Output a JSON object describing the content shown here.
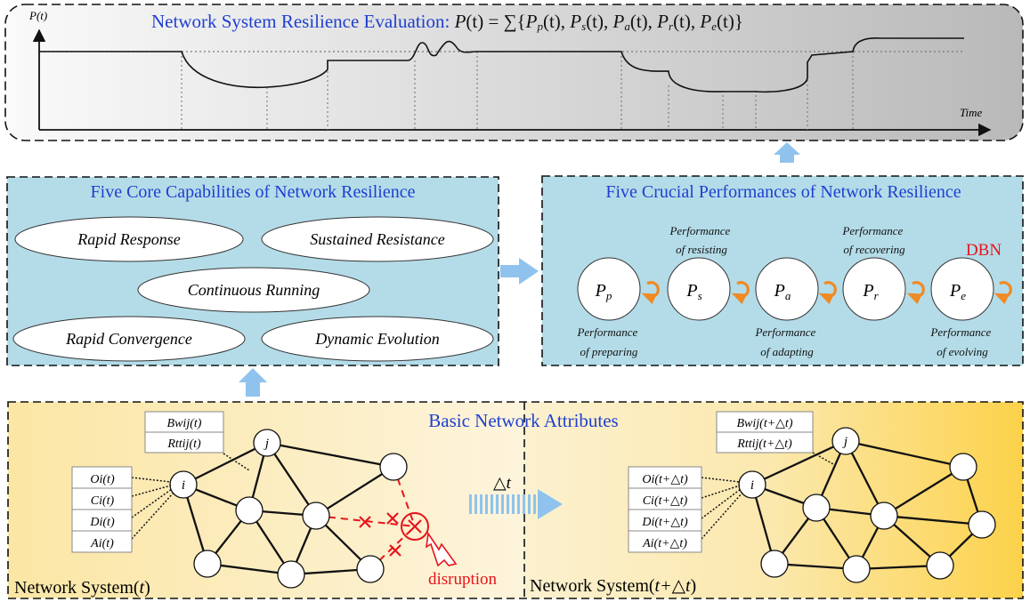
{
  "top": {
    "title_text": "Network System Resilience Evaluation: ",
    "formula": {
      "lhs_p": "P",
      "t1": "(t) = ∑{",
      "terms": [
        {
          "p": "P",
          "sub": "p",
          "t": "(t), "
        },
        {
          "p": "P",
          "sub": "s",
          "t": "(t), "
        },
        {
          "p": "P",
          "sub": "a",
          "t": "(t), "
        },
        {
          "p": "P",
          "sub": "r",
          "t": "(t), "
        },
        {
          "p": "P",
          "sub": "e",
          "t": "(t)}"
        }
      ]
    },
    "y_axis_label": "P(t)",
    "x_axis_label": "Time"
  },
  "capabilities": {
    "title": "Five Core Capabilities of Network Resilience",
    "items": [
      "Rapid Response",
      "Sustained Resistance",
      "Continuous Running",
      "Rapid Convergence",
      "Dynamic Evolution"
    ]
  },
  "performances": {
    "title": "Five Crucial Performances of Network Resilience",
    "dbn": "DBN",
    "nodes": [
      {
        "p": "P",
        "sub": "p"
      },
      {
        "p": "P",
        "sub": "s"
      },
      {
        "p": "P",
        "sub": "a"
      },
      {
        "p": "P",
        "sub": "r"
      },
      {
        "p": "P",
        "sub": "e"
      }
    ],
    "above_labels": [
      [
        "Performance",
        "of resisting"
      ],
      [
        "Performance",
        "of recovering"
      ]
    ],
    "below_labels": [
      [
        "Performance",
        "of preparing"
      ],
      [
        "Performance",
        "of adapting"
      ],
      [
        "Performance",
        "of evolving"
      ]
    ]
  },
  "attributes": {
    "title": "Basic Network Attributes",
    "left_system_label": "Network System(",
    "left_system_var": "t",
    "right_system_label": "Network System(",
    "right_system_var": "t+△t",
    "delta": "△t",
    "disruption": "disruption",
    "node_i": "i",
    "node_j": "j",
    "left_edge_attrs": [
      "Bwij(t)",
      "Rttij(t)"
    ],
    "left_node_attrs": [
      "Oi(t)",
      "Ci(t)",
      "Di(t)",
      "Ai(t)"
    ],
    "right_edge_attrs": [
      "Bwij(t+△t)",
      "Rttij(t+△t)"
    ],
    "right_node_attrs": [
      "Oi(t+△t)",
      "Ci(t+△t)",
      "Di(t+△t)",
      "Ai(t+△t)"
    ]
  },
  "colors": {
    "panel_blue": "#b4dce8",
    "arrow_blue": "#8fc3ee",
    "title_blue": "#1f3fd0",
    "red": "#e8141c",
    "orange": "#f08a24"
  }
}
